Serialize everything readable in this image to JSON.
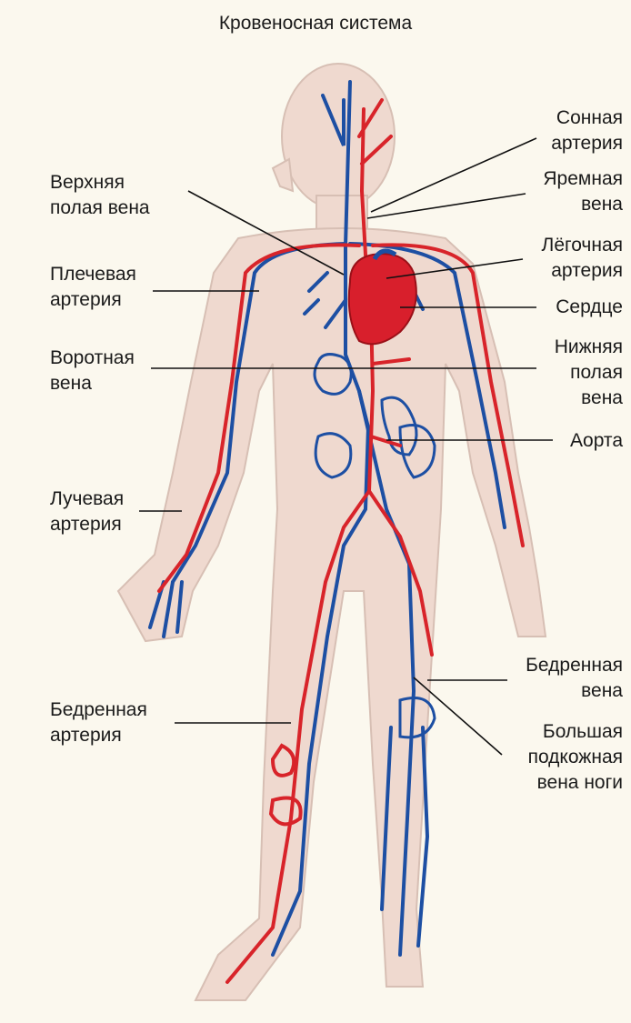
{
  "title": "Кровеносная система",
  "colors": {
    "background": "#fbf8ee",
    "body": "#efd9cf",
    "artery": "#d8242a",
    "vein": "#1d4fa3",
    "heart": "#d81f2c"
  },
  "labels": {
    "carotid_artery": "Сонная\nартерия",
    "jugular_vein": "Яремная\nвена",
    "superior_vena_cava": "Верхняя\nполая вена",
    "pulmonary_artery": "Лёгочная\nартерия",
    "brachial_artery": "Плечевая\nартерия",
    "heart": "Сердце",
    "portal_vein": "Воротная\nвена",
    "inferior_vena_cava": "Нижняя\nполая\nвена",
    "aorta": "Аорта",
    "radial_artery": "Лучевая\nартерия",
    "femoral_vein": "Бедренная\nвена",
    "femoral_artery": "Бедренная\nартерия",
    "great_saphenous_vein": "Большая\nподкожная\nвена ноги"
  }
}
